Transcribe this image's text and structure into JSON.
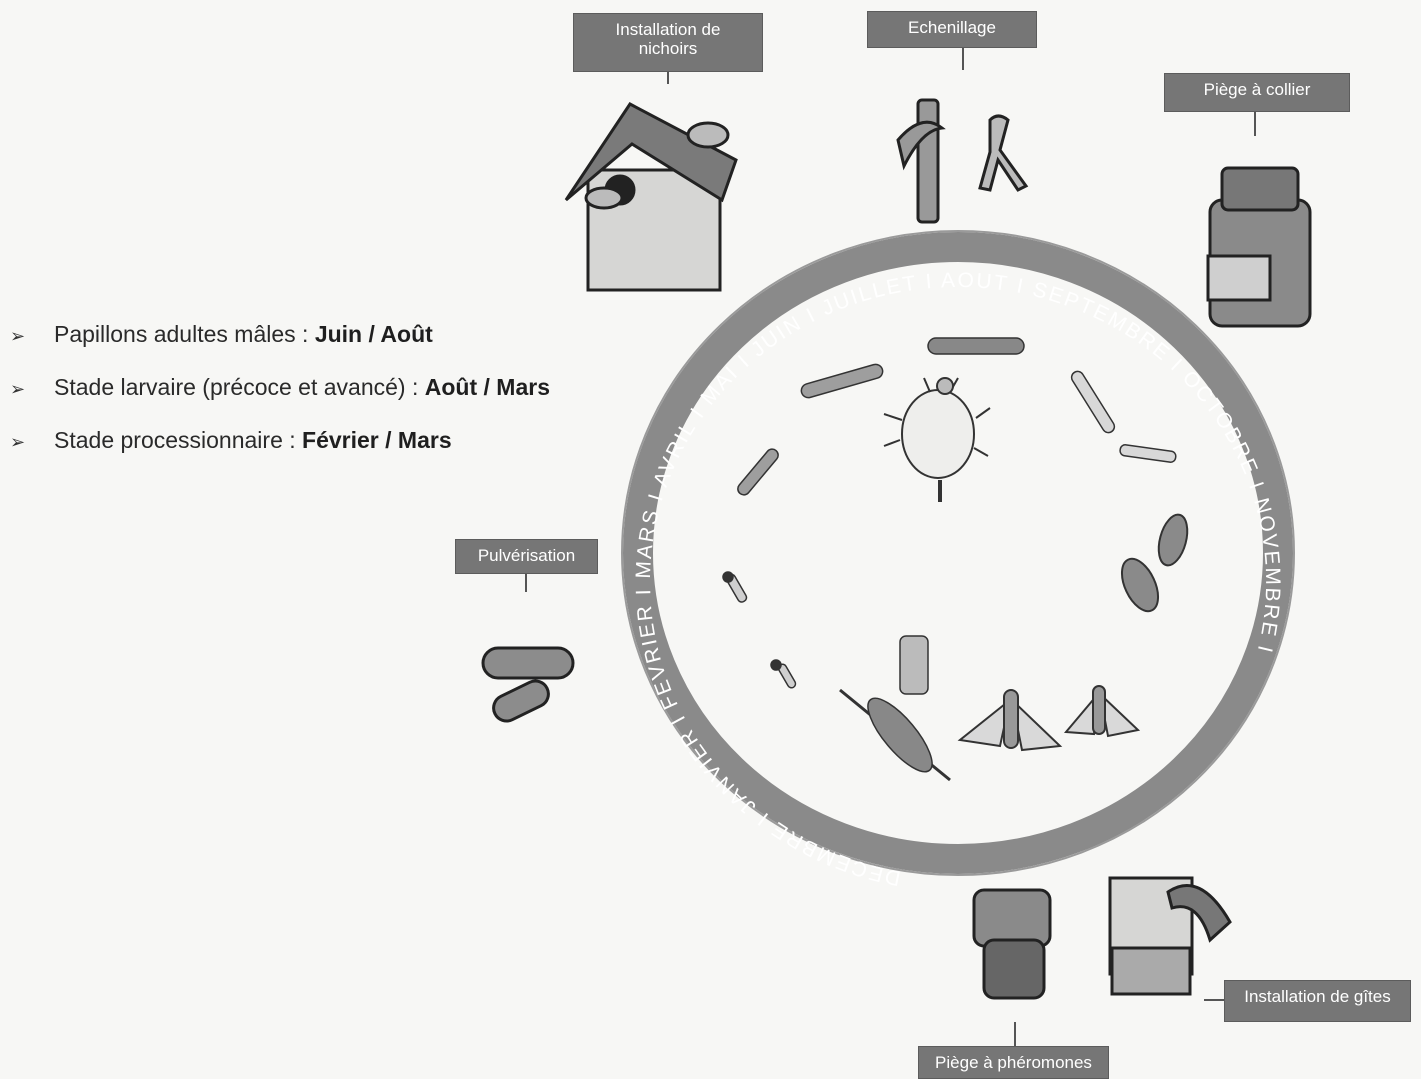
{
  "bullets": [
    {
      "label": "Papillons adultes mâles : ",
      "period": "Juin / Août"
    },
    {
      "label": "Stade larvaire (précoce et avancé) : ",
      "period": "Août / Mars"
    },
    {
      "label": "Stade processionnaire : ",
      "period": "Février / Mars"
    }
  ],
  "ring_months": "DECEMBRE I JANVIER I FEVRIER I MARS I AVRIL I MAI I JUIN I JUILLET I AOUT I SEPTEMBRE I OCTOBRE I NOVEMBRE I",
  "labels": {
    "nichoirs": "Installation de\nnichoirs",
    "echenillage": "Echenillage",
    "piege_collier": "Piège à collier",
    "pulverisation": "Pulvérisation",
    "gites": "Installation de gîtes",
    "pheromones": "Piège à phéromones"
  },
  "colors": {
    "ring": "#8a8a8a",
    "tag": "#767676",
    "ink": "#333333"
  }
}
